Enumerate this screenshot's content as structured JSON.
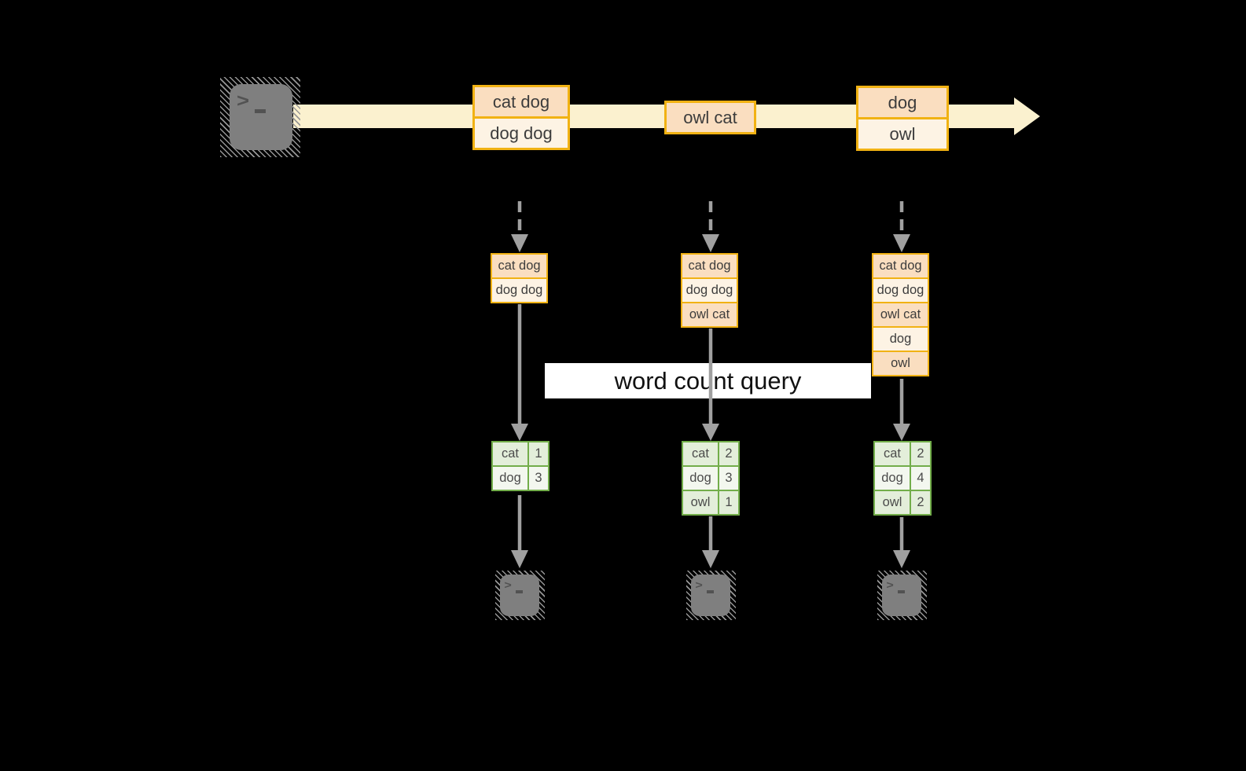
{
  "query_label": "word count query",
  "stream": {
    "events": [
      {
        "lines": [
          "cat dog",
          "dog dog"
        ]
      },
      {
        "lines": [
          "owl cat"
        ]
      },
      {
        "lines": [
          "dog",
          "owl"
        ]
      }
    ]
  },
  "pipelines": [
    {
      "state_rows": [
        "cat dog",
        "dog dog"
      ],
      "counts": [
        {
          "word": "cat",
          "count": "1"
        },
        {
          "word": "dog",
          "count": "3"
        }
      ]
    },
    {
      "state_rows": [
        "cat dog",
        "dog dog",
        "owl cat"
      ],
      "counts": [
        {
          "word": "cat",
          "count": "2"
        },
        {
          "word": "dog",
          "count": "3"
        },
        {
          "word": "owl",
          "count": "1"
        }
      ]
    },
    {
      "state_rows": [
        "cat dog",
        "dog dog",
        "owl cat",
        "dog",
        "owl"
      ],
      "counts": [
        {
          "word": "cat",
          "count": "2"
        },
        {
          "word": "dog",
          "count": "4"
        },
        {
          "word": "owl",
          "count": "2"
        }
      ]
    }
  ],
  "icons": {
    "source": "terminal-icon",
    "sinks": [
      "terminal-icon",
      "terminal-icon",
      "terminal-icon"
    ],
    "prompt_glyph": ">"
  },
  "colors": {
    "background": "#000000",
    "stream_band": "#FBF1CF",
    "box_border": "#F1B213",
    "box_fill_dark": "#FADEC0",
    "box_fill_light": "#FDF3E4",
    "table_border": "#72AD4A",
    "table_fill_dark": "#E3EEDA",
    "table_fill_light": "#F3F7EF",
    "arrow_gray": "#A0A0A0",
    "terminal_gray": "#7F7F7F",
    "label_bg": "#FFFFFF",
    "text_dark": "#3C3C3C"
  }
}
